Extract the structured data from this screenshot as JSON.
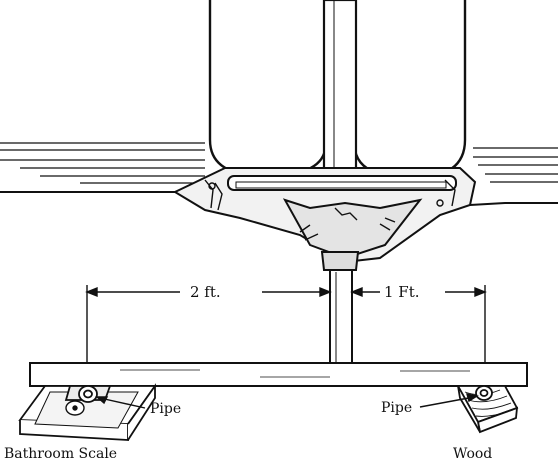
{
  "labels": {
    "dimension_left": "2 ft.",
    "dimension_right": "1 Ft.",
    "pipe_left": "Pipe",
    "pipe_right": "Pipe",
    "bathroom_scale": "Bathroom Scale",
    "wood": "Wood"
  },
  "colors": {
    "ink": "#111111",
    "paper": "#ffffff",
    "shade": "#cfcfcf"
  }
}
